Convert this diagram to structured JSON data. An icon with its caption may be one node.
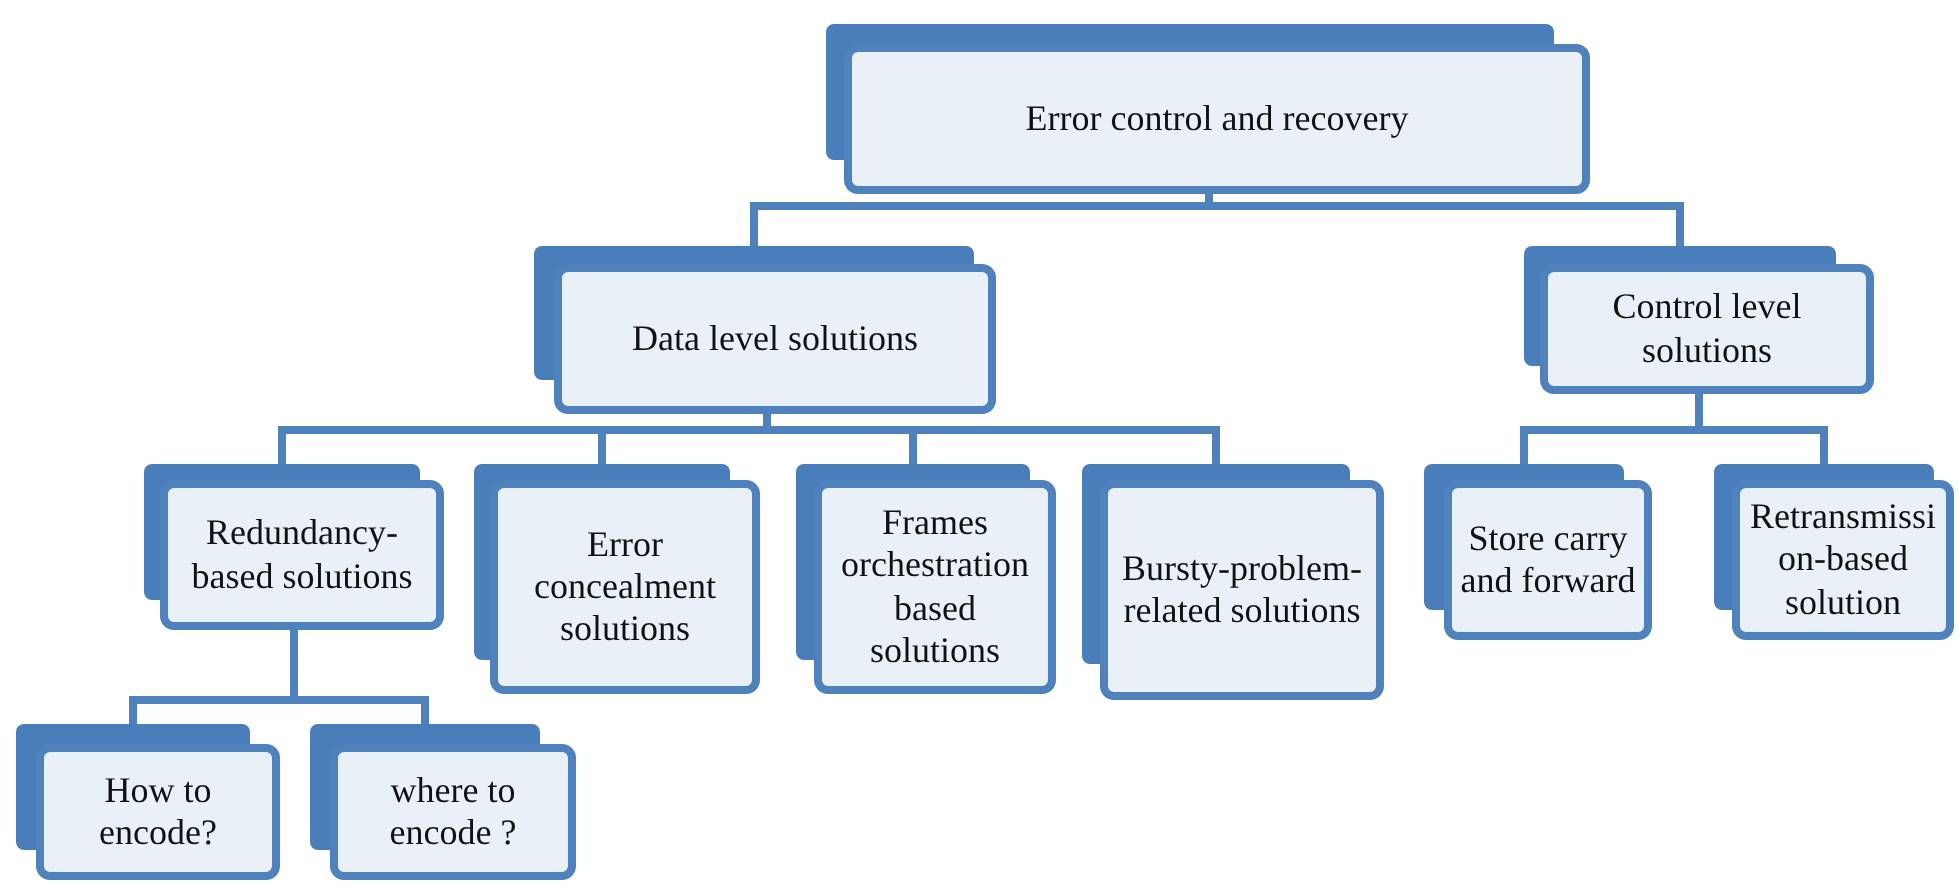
{
  "diagram": {
    "nodes": [
      {
        "text": [
          "Error control and recovery"
        ]
      },
      {
        "text": [
          "Data level solutions"
        ]
      },
      {
        "text": [
          "Control level solutions"
        ]
      },
      {
        "text": [
          "Redundancy-based solutions"
        ]
      },
      {
        "text": [
          "Error concealment solutions"
        ]
      },
      {
        "text": [
          "Frames orchestration based solutions"
        ]
      },
      {
        "text": [
          "Bursty-problem-related solutions"
        ]
      },
      {
        "text": [
          "Store carry and forward"
        ]
      },
      {
        "text": [
          "Retransmission-based solution"
        ]
      },
      {
        "text": [
          "How to encode?"
        ]
      },
      {
        "text": [
          "where to encode ?"
        ]
      }
    ],
    "edges": [
      {
        "from": 0,
        "to": 1,
        "arrow": "none"
      },
      {
        "from": 0,
        "to": 2,
        "arrow": "none"
      },
      {
        "from": 1,
        "to": 3,
        "arrow": "none"
      },
      {
        "from": 1,
        "to": 4,
        "arrow": "none"
      },
      {
        "from": 1,
        "to": 5,
        "arrow": "none"
      },
      {
        "from": 1,
        "to": 6,
        "arrow": "none"
      },
      {
        "from": 2,
        "to": 7,
        "arrow": "none"
      },
      {
        "from": 2,
        "to": 8,
        "arrow": "none"
      },
      {
        "from": 3,
        "to": 9,
        "arrow": "none"
      },
      {
        "from": 3,
        "to": 10,
        "arrow": "none"
      }
    ]
  }
}
